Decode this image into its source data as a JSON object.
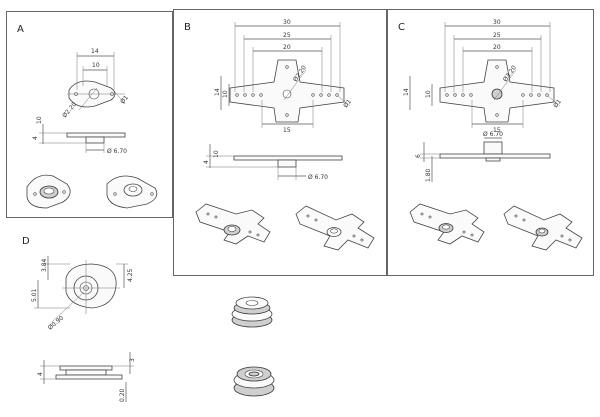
{
  "panels": {
    "a": {
      "label": "A",
      "dims": {
        "width_14": "14",
        "width_10": "10",
        "hole_d": "Ø2.20",
        "hole_small": "Ø1",
        "h_10": "10",
        "h_4": "4",
        "shaft_d": "Ø 6.70"
      }
    },
    "b": {
      "label": "B",
      "dims": {
        "w30": "30",
        "w25": "25",
        "w20": "20",
        "h14": "14",
        "h10": "10",
        "hole_d": "Ø2.20",
        "hole_small": "Ø1",
        "w15": "15",
        "h_10": "10",
        "h_4": "4",
        "shaft_d": "Ø 6.70"
      }
    },
    "c": {
      "label": "C",
      "dims": {
        "w30": "30",
        "w25": "25",
        "w20": "20",
        "h14": "14",
        "h10": "10",
        "hole_d": "Ø3.20",
        "hole_small": "Ø1",
        "w15": "15",
        "shaft_d": "Ø 6.70",
        "h_6": "6",
        "h_1_80": "1.80"
      }
    },
    "d": {
      "label": "D",
      "dims": {
        "d_3_84": "3.84",
        "d_5_01": "5.01",
        "d_4_25": "4.25",
        "hole_d": "Ø0.90",
        "h_4": "4",
        "h_3": "3",
        "h_0_20": "0.20"
      }
    }
  }
}
